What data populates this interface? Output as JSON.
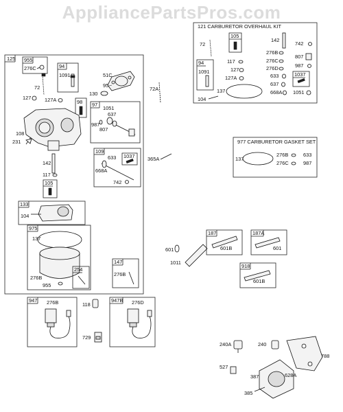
{
  "watermark": "AppliancePartsPros.com",
  "kits": {
    "overhaul": "121 CARBURETOR OVERHAUL KIT",
    "gasket": "977 CARBURETOR GASKET SET"
  },
  "labels": {
    "l125": "125",
    "l955a": "955",
    "l276c_a": "276C",
    "l94a": "94",
    "l1091a": "1091",
    "l51c": "51C",
    "l95": "95",
    "l130": "130",
    "l72a_main": "72A",
    "l72_main": "72",
    "l127a_main": "127A",
    "l127_main": "127",
    "l98": "98",
    "l97": "97",
    "l1051_main": "1051",
    "l637_main": "637",
    "l987_main": "987",
    "l807_main": "807",
    "l108": "108",
    "l231": "231",
    "l109": "109",
    "l633_main": "633",
    "l1037_main": "1037",
    "l668a_main": "668A",
    "l742_main": "742",
    "l365a": "365A",
    "l142_main": "142",
    "l117_main": "117",
    "l105_main": "105",
    "l133": "133",
    "l104_main": "104",
    "l975": "975",
    "l137_main": "137",
    "l254": "254",
    "l147": "147",
    "l276b_main": "276B",
    "l276b_147": "276B",
    "l955b": "955",
    "l947": "947",
    "l276b_947": "276B",
    "l118": "118",
    "l947b": "947B",
    "l276d_947b": "276D",
    "l729": "729",
    "l601": "601",
    "l1011": "1011",
    "l187": "187",
    "l601b_187": "601B",
    "l187a": "187A",
    "l601_187a": "601",
    "l918": "918",
    "l601b_918": "601B",
    "k_72": "72",
    "k_105": "105",
    "k_142": "142",
    "k_742": "742",
    "k_276b": "276B",
    "k_807": "807",
    "k_117": "117",
    "k_94": "94",
    "k_1091": "1091",
    "k_276c": "276C",
    "k_987": "987",
    "k_127": "127",
    "k_276d": "276D",
    "k_127a": "127A",
    "k_633": "633",
    "k_1037": "1037",
    "k_637": "637",
    "k_137": "137",
    "k_668a": "668A",
    "k_104": "104",
    "k_1051": "1051",
    "g_137": "137",
    "g_276b": "276B",
    "g_633": "633",
    "g_276c": "276C",
    "g_987": "987",
    "l240a": "240A",
    "l240": "240",
    "l788": "788",
    "l527": "527",
    "l387": "387",
    "l628a": "628A",
    "l385": "385"
  },
  "colors": {
    "ink": "#111111",
    "watermark": "#dcdcdc",
    "part_fill": "#f3f3f3",
    "part_shade": "#dcdcdc"
  }
}
